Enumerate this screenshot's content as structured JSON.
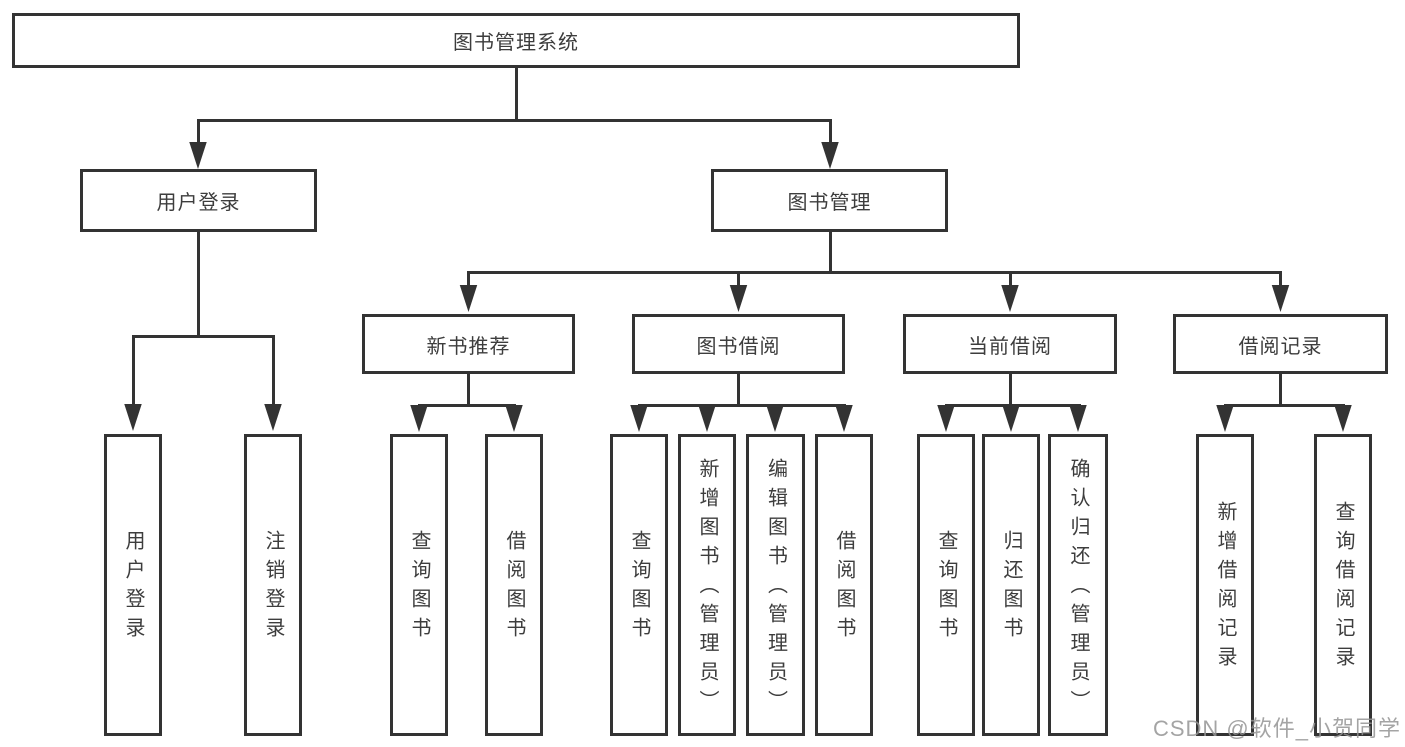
{
  "colors": {
    "line": "#333333",
    "text": "#3d3d3d",
    "background": "#ffffff",
    "watermark": "#949494"
  },
  "watermark": "CSDN @软件_小贺同学",
  "tree": {
    "root": {
      "label": "图书管理系统"
    },
    "children": [
      {
        "label": "用户登录",
        "children": [
          {
            "label": "用户登录"
          },
          {
            "label": "注销登录"
          }
        ]
      },
      {
        "label": "图书管理",
        "children": [
          {
            "label": "新书推荐",
            "children": [
              {
                "label": "查询图书"
              },
              {
                "label": "借阅图书"
              }
            ]
          },
          {
            "label": "图书借阅",
            "children": [
              {
                "label": "查询图书"
              },
              {
                "label": "新增图书（管理员）"
              },
              {
                "label": "编辑图书（管理员）"
              },
              {
                "label": "借阅图书"
              }
            ]
          },
          {
            "label": "当前借阅",
            "children": [
              {
                "label": "查询图书"
              },
              {
                "label": "归还图书"
              },
              {
                "label": "确认归还（管理员）"
              }
            ]
          },
          {
            "label": "借阅记录",
            "children": [
              {
                "label": "新增借阅记录"
              },
              {
                "label": "查询借阅记录"
              }
            ]
          }
        ]
      }
    ]
  }
}
